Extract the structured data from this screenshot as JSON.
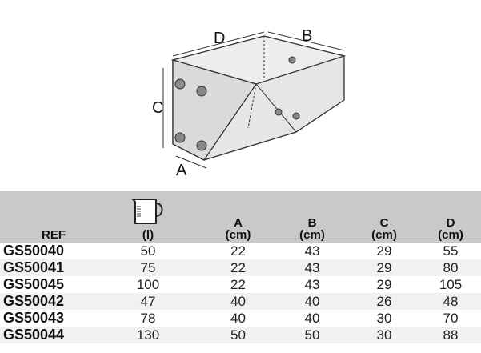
{
  "diagram": {
    "labels": {
      "d": "D",
      "b": "B",
      "c": "C",
      "a": "A"
    }
  },
  "table": {
    "headers": [
      {
        "top": "",
        "bottom": "REF"
      },
      {
        "top": "",
        "bottom": "(l)",
        "icon": "measuring-jug-icon"
      },
      {
        "top": "A",
        "bottom": "(cm)"
      },
      {
        "top": "B",
        "bottom": "(cm)"
      },
      {
        "top": "C",
        "bottom": "(cm)"
      },
      {
        "top": "D",
        "bottom": "(cm)"
      }
    ],
    "rows": [
      [
        "GS50040",
        "50",
        "22",
        "43",
        "29",
        "55"
      ],
      [
        "GS50041",
        "75",
        "22",
        "43",
        "29",
        "80"
      ],
      [
        "GS50045",
        "100",
        "22",
        "43",
        "29",
        "105"
      ],
      [
        "GS50042",
        "47",
        "40",
        "40",
        "26",
        "48"
      ],
      [
        "GS50043",
        "78",
        "40",
        "40",
        "30",
        "70"
      ],
      [
        "GS50044",
        "130",
        "50",
        "50",
        "30",
        "88"
      ]
    ]
  }
}
